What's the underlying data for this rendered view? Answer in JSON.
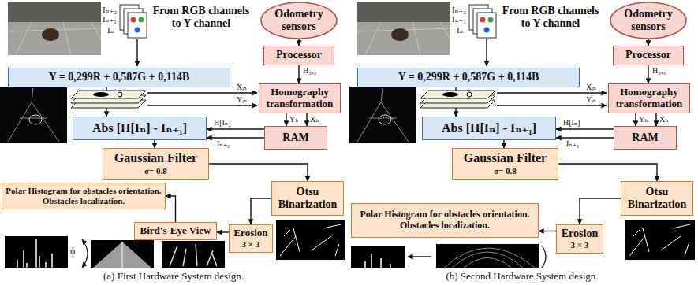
{
  "diagram": {
    "nodes": [
      {
        "text": [
          "Odometry sensors"
        ]
      },
      {
        "text": [
          "Processor"
        ]
      },
      {
        "text": [
          "Y = 0,299R + 0,587G + 0,114B"
        ]
      },
      {
        "text": [
          "Homography transformation"
        ]
      },
      {
        "text": [
          "RAM"
        ]
      },
      {
        "text": [
          "Abs [H[Iₙ] - Iₙ₊₁]"
        ]
      },
      {
        "text": [
          "Gaussian Filter",
          "σ= 0.8"
        ]
      },
      {
        "text": [
          "Otsu Binarization"
        ]
      },
      {
        "text": [
          "Erosion",
          "3 × 3"
        ]
      },
      {
        "text": [
          "Bird's-Eye View"
        ]
      },
      {
        "text": [
          "Polar Histogram for obstacles orientation. Obstacles localization."
        ]
      },
      {
        "text": [
          "Odometry sensors"
        ]
      },
      {
        "text": [
          "Processor"
        ]
      },
      {
        "text": [
          "Y = 0,299R + 0,587G + 0,114B"
        ]
      },
      {
        "text": [
          "Homography transformation"
        ]
      },
      {
        "text": [
          "RAM"
        ]
      },
      {
        "text": [
          "Abs [H[Iₙ] - Iₙ₊₁]"
        ]
      },
      {
        "text": [
          "Gaussian Filter",
          "σ= 0.8"
        ]
      },
      {
        "text": [
          "Otsu Binarization"
        ]
      },
      {
        "text": [
          "Erosion",
          "3 × 3"
        ]
      },
      {
        "text": [
          "Polar Histogram for obstacles orientation. Obstacles localization."
        ]
      }
    ],
    "edges": [
      {
        "from": 0,
        "to": 1,
        "arrow": "to"
      },
      {
        "from": 1,
        "to": 3,
        "label": "H₃ₓ₃",
        "arrow": "to"
      },
      {
        "from": 3,
        "to": 4,
        "label": "Yₕ",
        "arrow": "to"
      },
      {
        "from": 3,
        "to": 4,
        "label": "Xₕ",
        "arrow": "to"
      },
      {
        "from": 4,
        "to": 5,
        "label": "H[Iₙ]",
        "arrow": "to"
      },
      {
        "from": 4,
        "to": 5,
        "label": "Iₙ₊₁",
        "arrow": "to"
      },
      {
        "from": 2,
        "to": 5,
        "arrow": "to"
      },
      {
        "from": 5,
        "to": 6,
        "arrow": "to"
      },
      {
        "from": 6,
        "to": 7,
        "arrow": "to"
      },
      {
        "from": 7,
        "to": 8,
        "arrow": "to"
      },
      {
        "from": 8,
        "to": 9,
        "arrow": "to"
      },
      {
        "from": 9,
        "to": 10,
        "arrow": "to"
      },
      {
        "from": 11,
        "to": 12,
        "arrow": "to"
      },
      {
        "from": 12,
        "to": 14,
        "label": "H₃ₓ₃",
        "arrow": "to"
      },
      {
        "from": 14,
        "to": 15,
        "label": "Yₕ",
        "arrow": "to"
      },
      {
        "from": 14,
        "to": 15,
        "label": "Xₕ",
        "arrow": "to"
      },
      {
        "from": 15,
        "to": 16,
        "label": "H[Iₙ]",
        "arrow": "to"
      },
      {
        "from": 15,
        "to": 16,
        "label": "Iₙ₊₁",
        "arrow": "to"
      },
      {
        "from": 13,
        "to": 16,
        "arrow": "to"
      },
      {
        "from": 16,
        "to": 17,
        "arrow": "to"
      },
      {
        "from": 17,
        "to": 18,
        "arrow": "to"
      },
      {
        "from": 18,
        "to": 19,
        "arrow": "to"
      },
      {
        "from": 19,
        "to": 20,
        "arrow": "to"
      }
    ],
    "labels": [
      "Iₙ₊₂",
      "Iₙ₊₁",
      "Iₙ",
      "From RGB channels to Y channel",
      "Xᵢₙ",
      "Yᵢₙ",
      "ϕ",
      "(a) First Hardware System design.",
      "Iₙ₊₂",
      "Iₙ₊₁",
      "Iₙ",
      "From RGB channels to Y channel",
      "Xᵢₙ",
      "Yᵢₙ",
      "(b) Second Hardware System design."
    ]
  }
}
